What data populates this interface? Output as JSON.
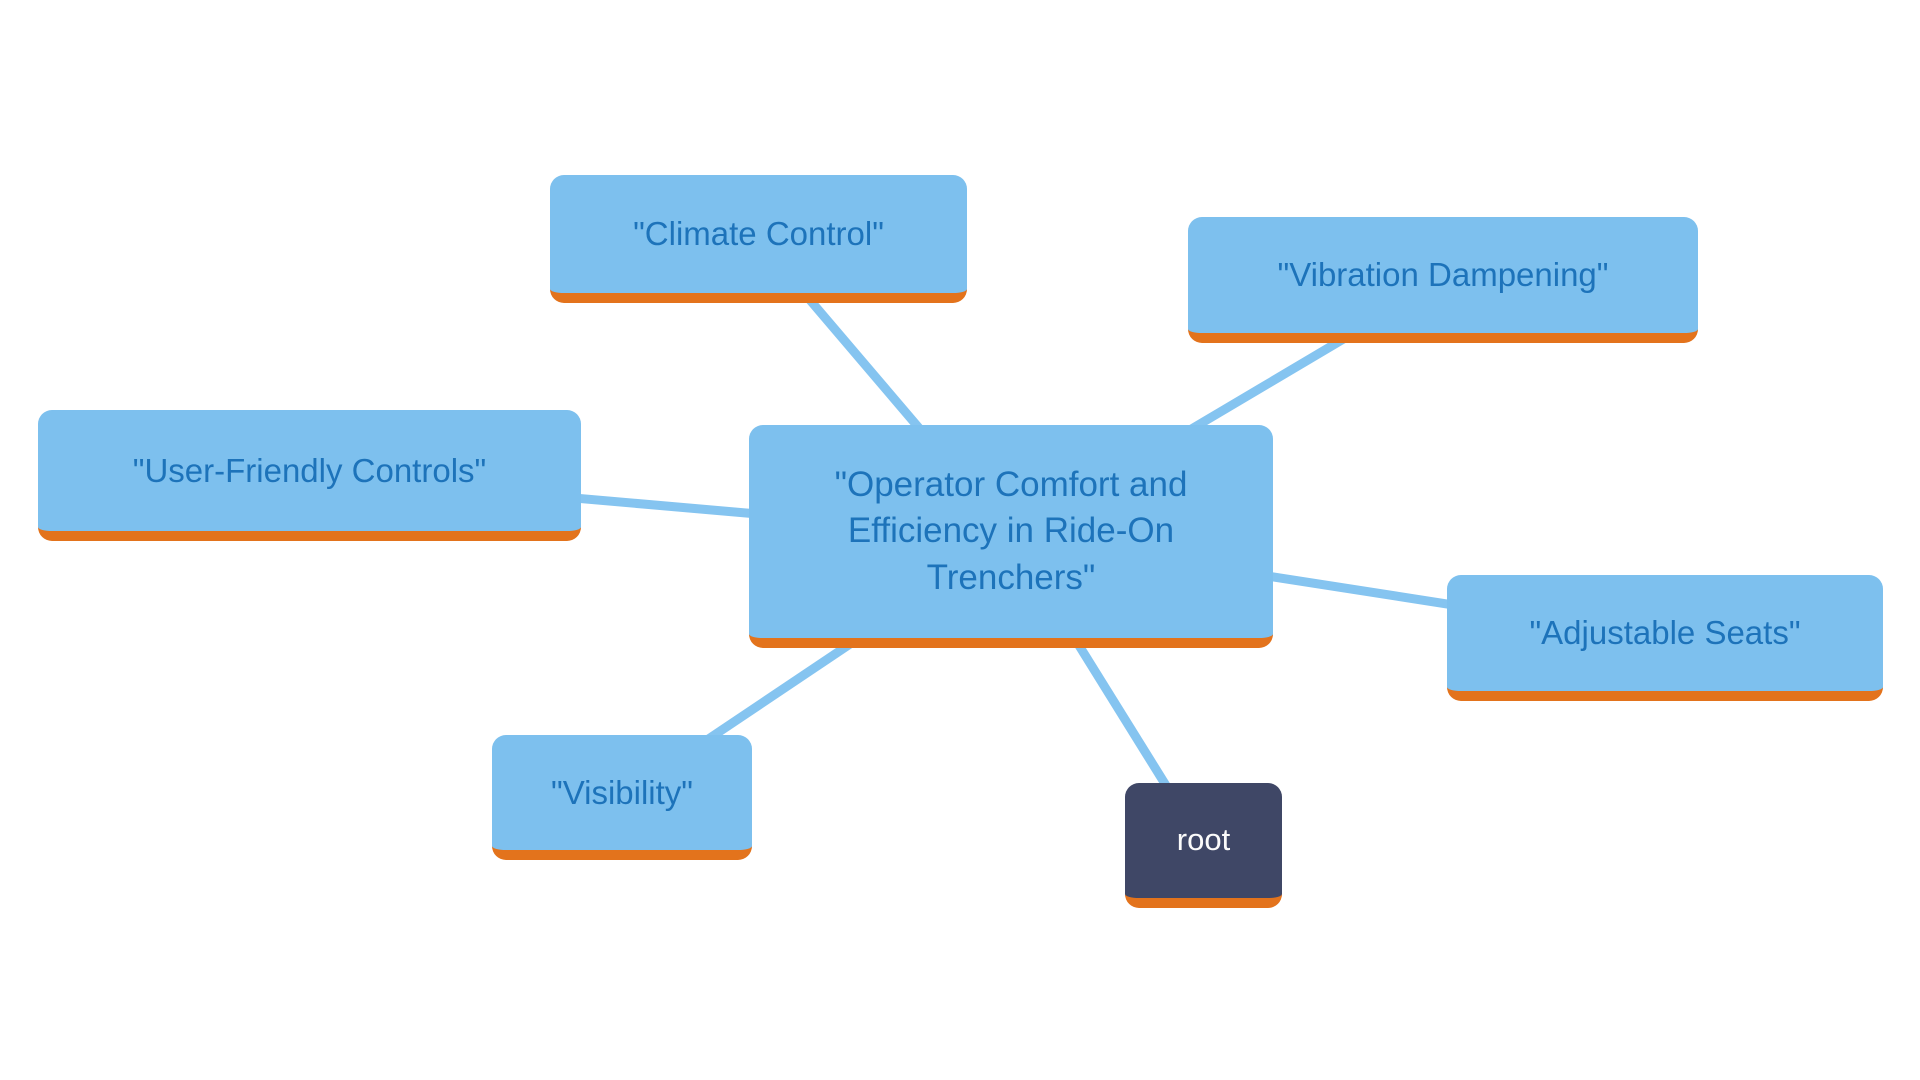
{
  "diagram": {
    "type": "mindmap",
    "background": "#FFFFFF",
    "center": {
      "label": "\"Operator Comfort and Efficiency in Ride-On Trenchers\""
    },
    "children": [
      {
        "label": "\"Climate Control\""
      },
      {
        "label": "\"Vibration Dampening\""
      },
      {
        "label": "\"User-Friendly Controls\""
      },
      {
        "label": "\"Adjustable Seats\""
      },
      {
        "label": "\"Visibility\""
      }
    ],
    "root": {
      "label": "root"
    },
    "colors": {
      "node_fill": "#7DC0EE",
      "node_text": "#1D73BA",
      "underline": "#E3731C",
      "root_fill": "#3F4766",
      "root_text": "#FBFBFB",
      "link": "#85C4F0",
      "canvas_bg": "#FFFFFF"
    }
  }
}
